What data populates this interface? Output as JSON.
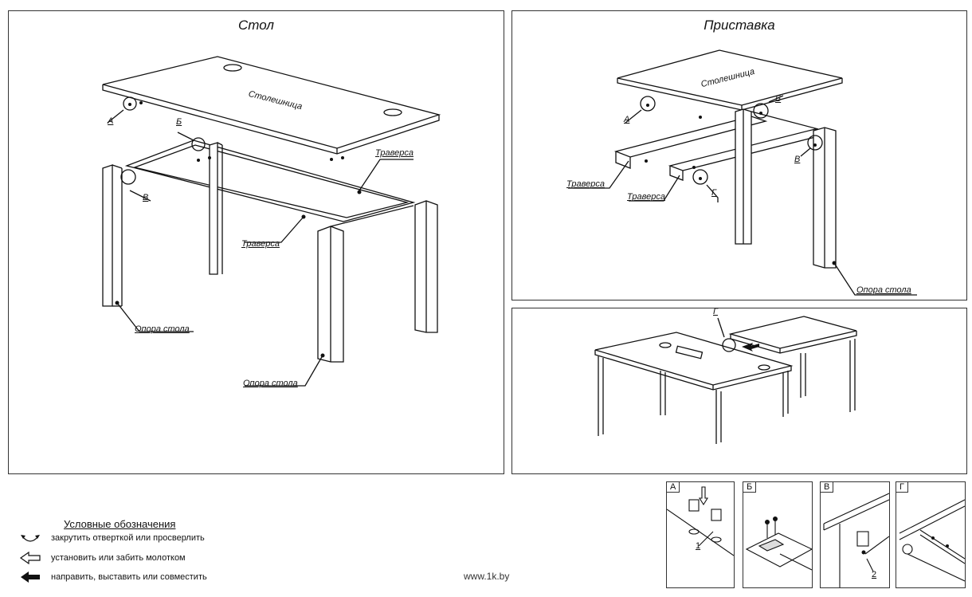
{
  "panels": {
    "table": {
      "title": "Стол"
    },
    "extension": {
      "title": "Приставка"
    }
  },
  "labels": {
    "tabletop": "Столешница",
    "traverse": "Траверса",
    "leg": "Опора стола",
    "a": "А",
    "b": "Б",
    "v": "В",
    "g": "Г"
  },
  "legend": {
    "title": "Условные обозначения",
    "items": [
      {
        "icon": "rotate-arrow-icon",
        "text": "закрутить отверткой или просверлить"
      },
      {
        "icon": "outline-arrow-icon",
        "text": "установить или забить молотком"
      },
      {
        "icon": "solid-arrow-icon",
        "text": "направить, выставить или совместить"
      }
    ]
  },
  "details": [
    {
      "tag": "А",
      "callout": "1"
    },
    {
      "tag": "Б",
      "callout": ""
    },
    {
      "tag": "В",
      "callout": "2"
    },
    {
      "tag": "Г",
      "callout": ""
    }
  ],
  "watermark": "www.1k.by"
}
